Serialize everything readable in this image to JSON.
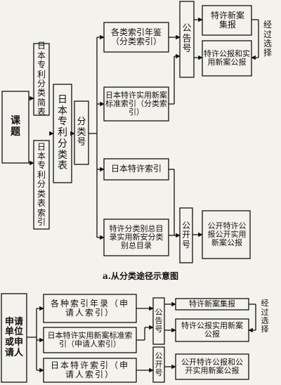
{
  "part_a": {
    "topic": "课 题",
    "classification_brief": "日本专利分类简表",
    "classification_index": "日本专利分类表索引",
    "classification_table": "日本专利分类表",
    "class_number": "分类号",
    "annual_index": "各类索引年鉴（分类索引）",
    "utility_model_index": "日本特许实用新案标准索引（分类索引）",
    "patent_index": "日本特许索引",
    "class_gazette_index": "特许分类别总目录实用新安分类别总目录",
    "gazette_number": "公告号",
    "patent_new_bulletin": "特许新案集报",
    "patent_and_utility_gazette": "特许公报和实用新案公报",
    "via_selection": "经过选择",
    "publication_number": "公开号",
    "published_gazette": "公开特许公报公开实用新案公报",
    "caption": "a.从分类途径示意图"
  },
  "part_b": {
    "applicant": "申请单位或申请人",
    "annual_index": "各种索引年录（申请人索引）",
    "utility_model_index": "日本特许实用新案标准索引（申请人索引）",
    "patent_index": "日本特许索引（申请人索引）",
    "gazette_number": "公告号",
    "patent_new_bulletin": "特许新案集报",
    "patent_and_utility_gazette": "特许公报实用新案公报",
    "via_selection": "经过选择",
    "publication_number": "公开号",
    "published_gazette": "公开特许公报和公开实用新案公报"
  }
}
